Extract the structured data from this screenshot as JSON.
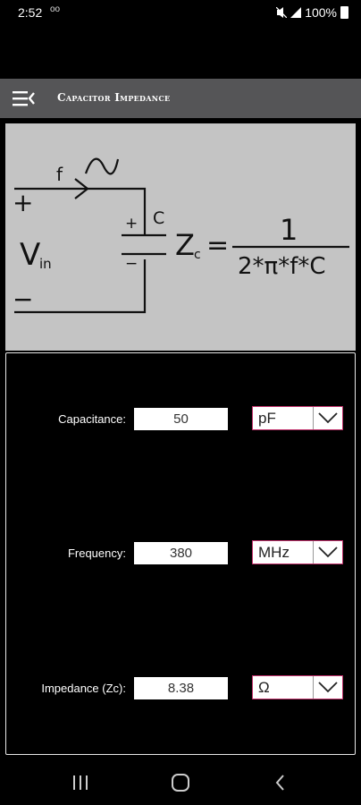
{
  "status": {
    "time": "2:52",
    "voicemail": "oo",
    "battery": "100%"
  },
  "app_bar": {
    "title": "Capacitor Impedance"
  },
  "diagram": {
    "freq_label": "f",
    "cap_label": "C",
    "plus": "+",
    "minus": "−",
    "vin_main": "V",
    "vin_sub": "in",
    "z_main": "Z",
    "z_sub": "c",
    "equals": "=",
    "numerator": "1",
    "denominator": "2*π*f*C"
  },
  "form": {
    "capacitance": {
      "label": "Capacitance:",
      "value": "50",
      "unit": "pF"
    },
    "frequency": {
      "label": "Frequency:",
      "value": "380",
      "unit": "MHz"
    },
    "impedance": {
      "label": "Impedance (Zc):",
      "value": "8.38",
      "unit": "Ω"
    }
  }
}
